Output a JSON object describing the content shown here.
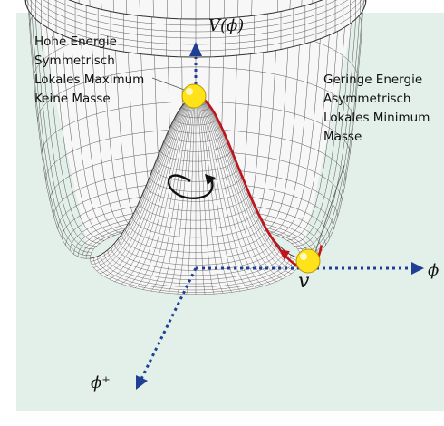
{
  "colors": {
    "panel": "#e3efe9",
    "axis": "#1f3f95",
    "surface_line": "#4a4a4a",
    "surface_fill": "#f7f7f7",
    "ball": "#ffe21a",
    "path": "#c0141b"
  },
  "axes": {
    "v_label": "V(ϕ)",
    "phi_label": "ϕ",
    "phi_plus_label": "ϕ⁺",
    "vev_label": "v"
  },
  "high_state": {
    "lines": [
      "Hohe Energie",
      "Symmetrisch",
      "Lokales Maximum",
      "Keine Masse"
    ]
  },
  "low_state": {
    "lines": [
      "Geringe Energie",
      "Asymmetrisch",
      "Lokales Minimum",
      "Masse"
    ]
  },
  "icons": {
    "rotation": "circular-arrow-icon",
    "top_ball": "sphere-icon",
    "bottom_ball": "sphere-icon"
  }
}
